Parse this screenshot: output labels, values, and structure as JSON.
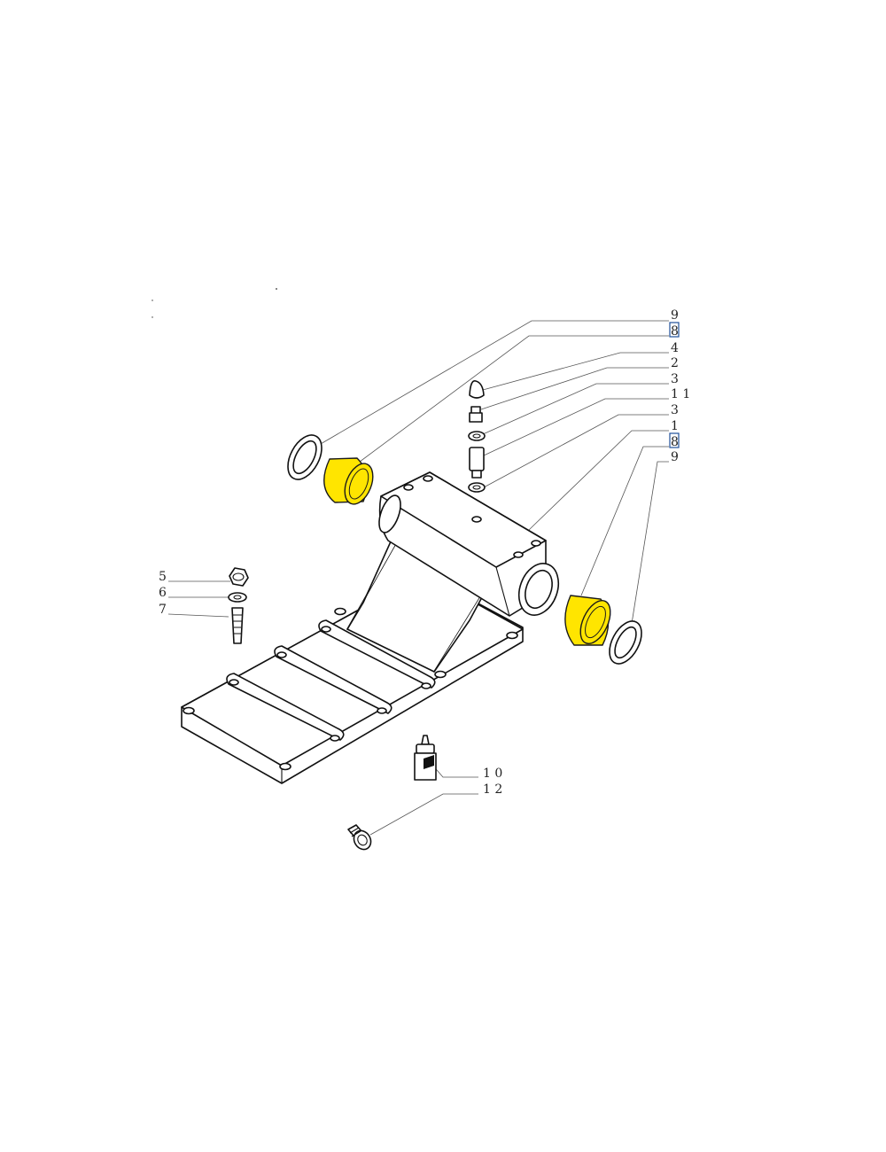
{
  "diagram": {
    "callouts": [
      {
        "id": "c9-top",
        "label": "9",
        "boxed": false
      },
      {
        "id": "c8-top",
        "label": "8",
        "boxed": true
      },
      {
        "id": "c4",
        "label": "4",
        "boxed": false
      },
      {
        "id": "c2",
        "label": "2",
        "boxed": false
      },
      {
        "id": "c3-a",
        "label": "3",
        "boxed": false
      },
      {
        "id": "c11",
        "label": "1 1",
        "boxed": false
      },
      {
        "id": "c3-b",
        "label": "3",
        "boxed": false
      },
      {
        "id": "c1",
        "label": "1",
        "boxed": false
      },
      {
        "id": "c8-bottom",
        "label": "8",
        "boxed": true
      },
      {
        "id": "c9-bottom",
        "label": "9",
        "boxed": false
      },
      {
        "id": "c5",
        "label": "5",
        "boxed": false
      },
      {
        "id": "c6",
        "label": "6",
        "boxed": false
      },
      {
        "id": "c7",
        "label": "7",
        "boxed": false
      },
      {
        "id": "c10",
        "label": "1 0",
        "boxed": false
      },
      {
        "id": "c12",
        "label": "1 2",
        "boxed": false
      }
    ],
    "highlight_color": "#ffe500",
    "box_color": "#1f4f9a"
  }
}
